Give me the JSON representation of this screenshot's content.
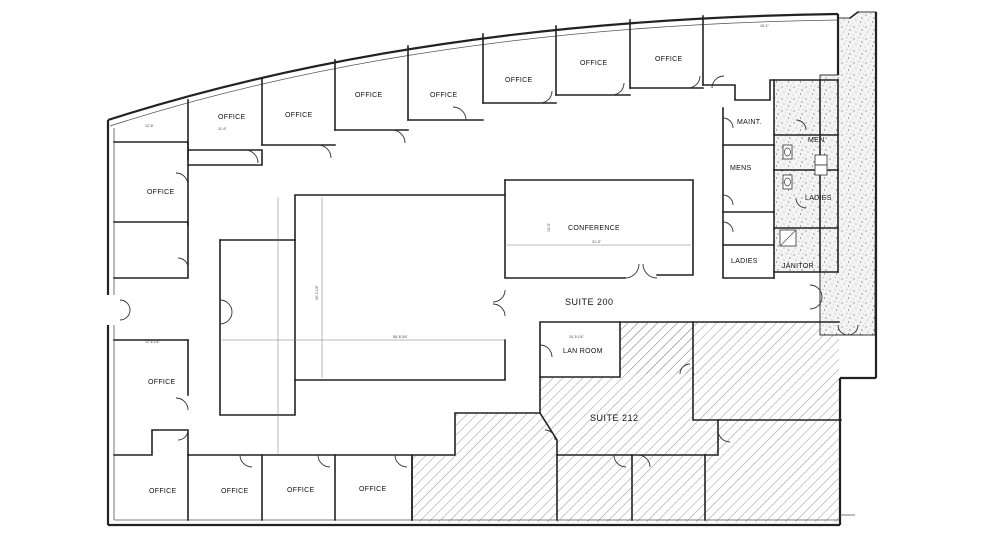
{
  "floorplan": {
    "suites": {
      "suite_200": "SUITE 200",
      "suite_212": "SUITE 212"
    },
    "rooms": {
      "office": "OFFICE",
      "conference": "CONFERENCE",
      "lan_room": "LAN ROOM",
      "maint": "MAINT.",
      "mens_core": "MEN",
      "mens_suite": "MENS",
      "ladies_core": "LADIES",
      "ladies_suite": "LADIES",
      "janitor": "JANITOR"
    },
    "dimensions": {
      "conference_width": "31'-9\"",
      "conference_depth": "15'-3\"",
      "corridor_len": "58'-8 3/4\"",
      "center_depth": "30'-3 1/4\"",
      "lan_width": "15'-5 1/4\"",
      "office_w_a": "12'-6\"",
      "office_w_b": "12'-6 1/4\"",
      "office_w_c": "15'-1\"",
      "office_w_d": "11'-6\""
    }
  }
}
